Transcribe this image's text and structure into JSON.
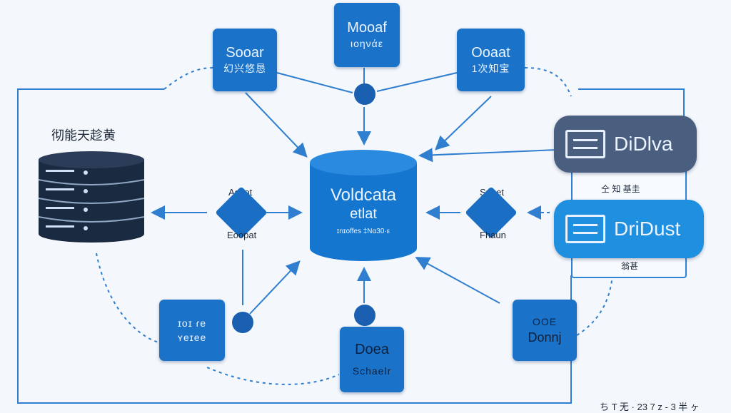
{
  "colors": {
    "primary": "#1a73c8",
    "dark_pill": "#4a5f80",
    "light_pill": "#1f8fe0",
    "edge": "#2f7ed0"
  },
  "icons": {
    "server_stack": "server-stack-icon",
    "document": "document-list-icon"
  },
  "nodes": {
    "top_left": {
      "line1": "Sooar",
      "line2": "幻兴悠恳"
    },
    "top_center": {
      "line1": "Mooaf",
      "line2": "ιοηνάε"
    },
    "top_right": {
      "line1": "Ooaat",
      "line2": "1次知宝"
    },
    "center": {
      "line1": "Voldcata",
      "line2": "etlat",
      "line3": "ɪnɪoffes ‡Nα30·ε"
    },
    "bottom_left": {
      "line1": "ɪoɪ ɾe",
      "line2": "ʏeɪee"
    },
    "bottom_center": {
      "line1": "Doea",
      "line2": "Schaelr"
    },
    "bottom_right": {
      "line1": "OOE",
      "line2": "Donnj"
    }
  },
  "server_label": "彻能天趁黄",
  "diamond_left": {
    "top": "Aotiot",
    "bottom": "Eoopat"
  },
  "diamond_right": {
    "top": "Sunet",
    "bottom": "Fhaun"
  },
  "pill_dark": {
    "label": "DiDlva"
  },
  "pill_light": {
    "label": "DriDust"
  },
  "right_panel": {
    "mid_label": "仝  知  基圭",
    "bottom_label": "翁甚"
  },
  "footer_text": "ち T 无 · 23 7 z - 3 半 ヶ"
}
